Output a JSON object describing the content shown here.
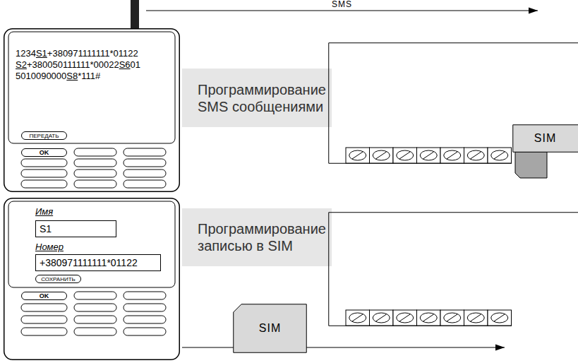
{
  "diagram": {
    "nodes": [
      {
        "text": [
          "1234S1+380971111111*01122 S2+380050111111*00022S601 5010090000S8*111#"
        ]
      },
      {
        "text": [
          "ПЕРЕДАТЬ"
        ],
        "in": 0
      },
      {
        "text": [
          "OK"
        ],
        "in": 0
      },
      {
        "text": [
          "Программирование SMS сообщениями"
        ]
      },
      {
        "text": []
      },
      {
        "text": [
          "SIM"
        ],
        "in": 4
      },
      {
        "text": [
          "Имя",
          "Номер"
        ]
      },
      {
        "text": [
          "S1"
        ],
        "in": 6
      },
      {
        "text": [
          "+380971111111*01122"
        ],
        "in": 6
      },
      {
        "text": [
          "СОХРАНИТЬ"
        ],
        "in": 6
      },
      {
        "text": [
          "OK"
        ],
        "in": 6
      },
      {
        "text": [
          "Программирование записью в SIM"
        ]
      },
      {
        "text": [
          "SIM"
        ]
      },
      {
        "text": []
      }
    ],
    "edges": [
      {
        "from": 0,
        "to": 4,
        "arrow": "to",
        "label": "SMS"
      },
      {
        "from": 6,
        "to": 13,
        "arrow": "to"
      }
    ]
  }
}
